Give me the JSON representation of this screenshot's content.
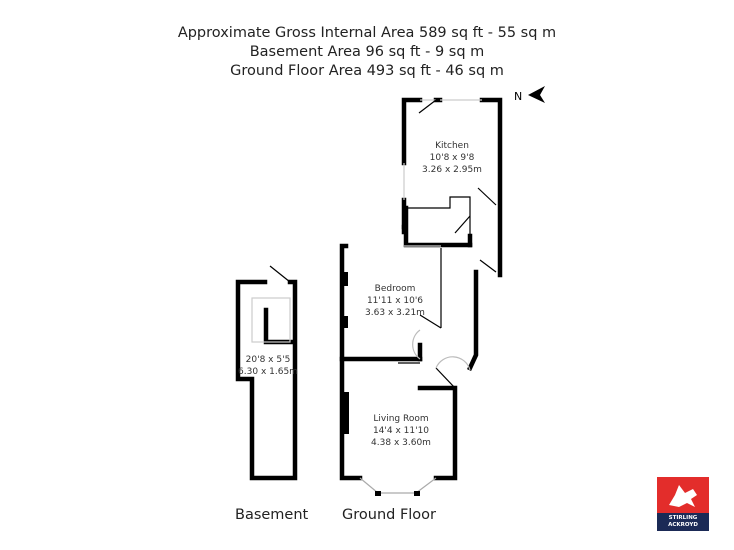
{
  "header": {
    "line1": "Approximate Gross Internal Area 589 sq ft - 55 sq m",
    "line2": "Basement Area 96 sq ft - 9 sq m",
    "line3": "Ground Floor Area 493 sq ft - 46 sq m"
  },
  "compass": {
    "label": "N"
  },
  "rooms": {
    "kitchen": {
      "name": "Kitchen",
      "imperial": "10'8 x 9'8",
      "metric": "3.26 x 2.95m"
    },
    "bedroom": {
      "name": "Bedroom",
      "imperial": "11'11 x 10'6",
      "metric": "3.63 x 3.21m"
    },
    "living": {
      "name": "Living Room",
      "imperial": "14'4 x 11'10",
      "metric": "4.38 x 3.60m"
    },
    "basement_room": {
      "imperial": "20'8 x 5'5",
      "metric": "6.30 x 1.65m"
    }
  },
  "floors": {
    "basement": "Basement",
    "ground": "Ground Floor"
  },
  "logo": {
    "line1": "STIRLING",
    "line2": "ACKROYD"
  },
  "colors": {
    "wall": "#000000",
    "brand_red": "#e32d2b",
    "brand_navy": "#1b2a56"
  }
}
